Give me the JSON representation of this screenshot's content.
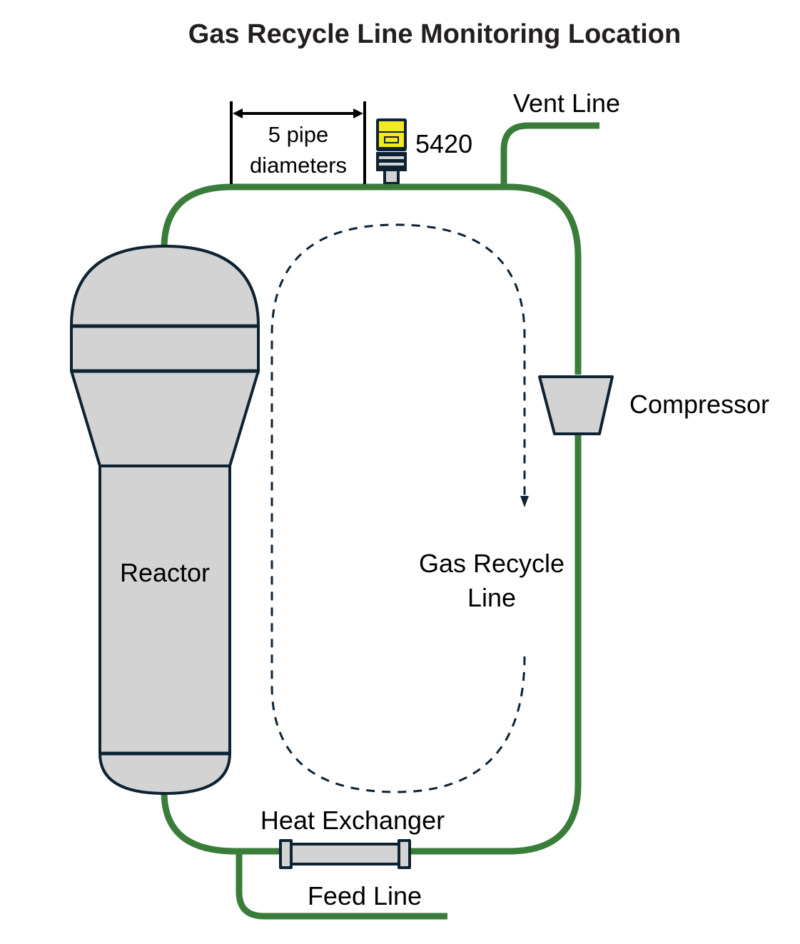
{
  "title": "Gas Recycle Line Monitoring Location",
  "labels": {
    "vent_line": "Vent Line",
    "transmitter_model": "5420",
    "dimension_line1": "5 pipe",
    "dimension_line2": "diameters",
    "compressor": "Compressor",
    "reactor": "Reactor",
    "gas_recycle_line1": "Gas Recycle",
    "gas_recycle_line2": "Line",
    "heat_exchanger": "Heat Exchanger",
    "feed_line": "Feed Line"
  },
  "icons": {
    "transmitter": "radar-transmitter-icon",
    "flow_arrow": "dashed-flow-arrow-icon"
  },
  "colors": {
    "pipe": "#3a7d3a",
    "equipment_fill": "#d3d3d3",
    "outline": "#0d2233",
    "transmitter_accent": "#f2ea1c"
  }
}
